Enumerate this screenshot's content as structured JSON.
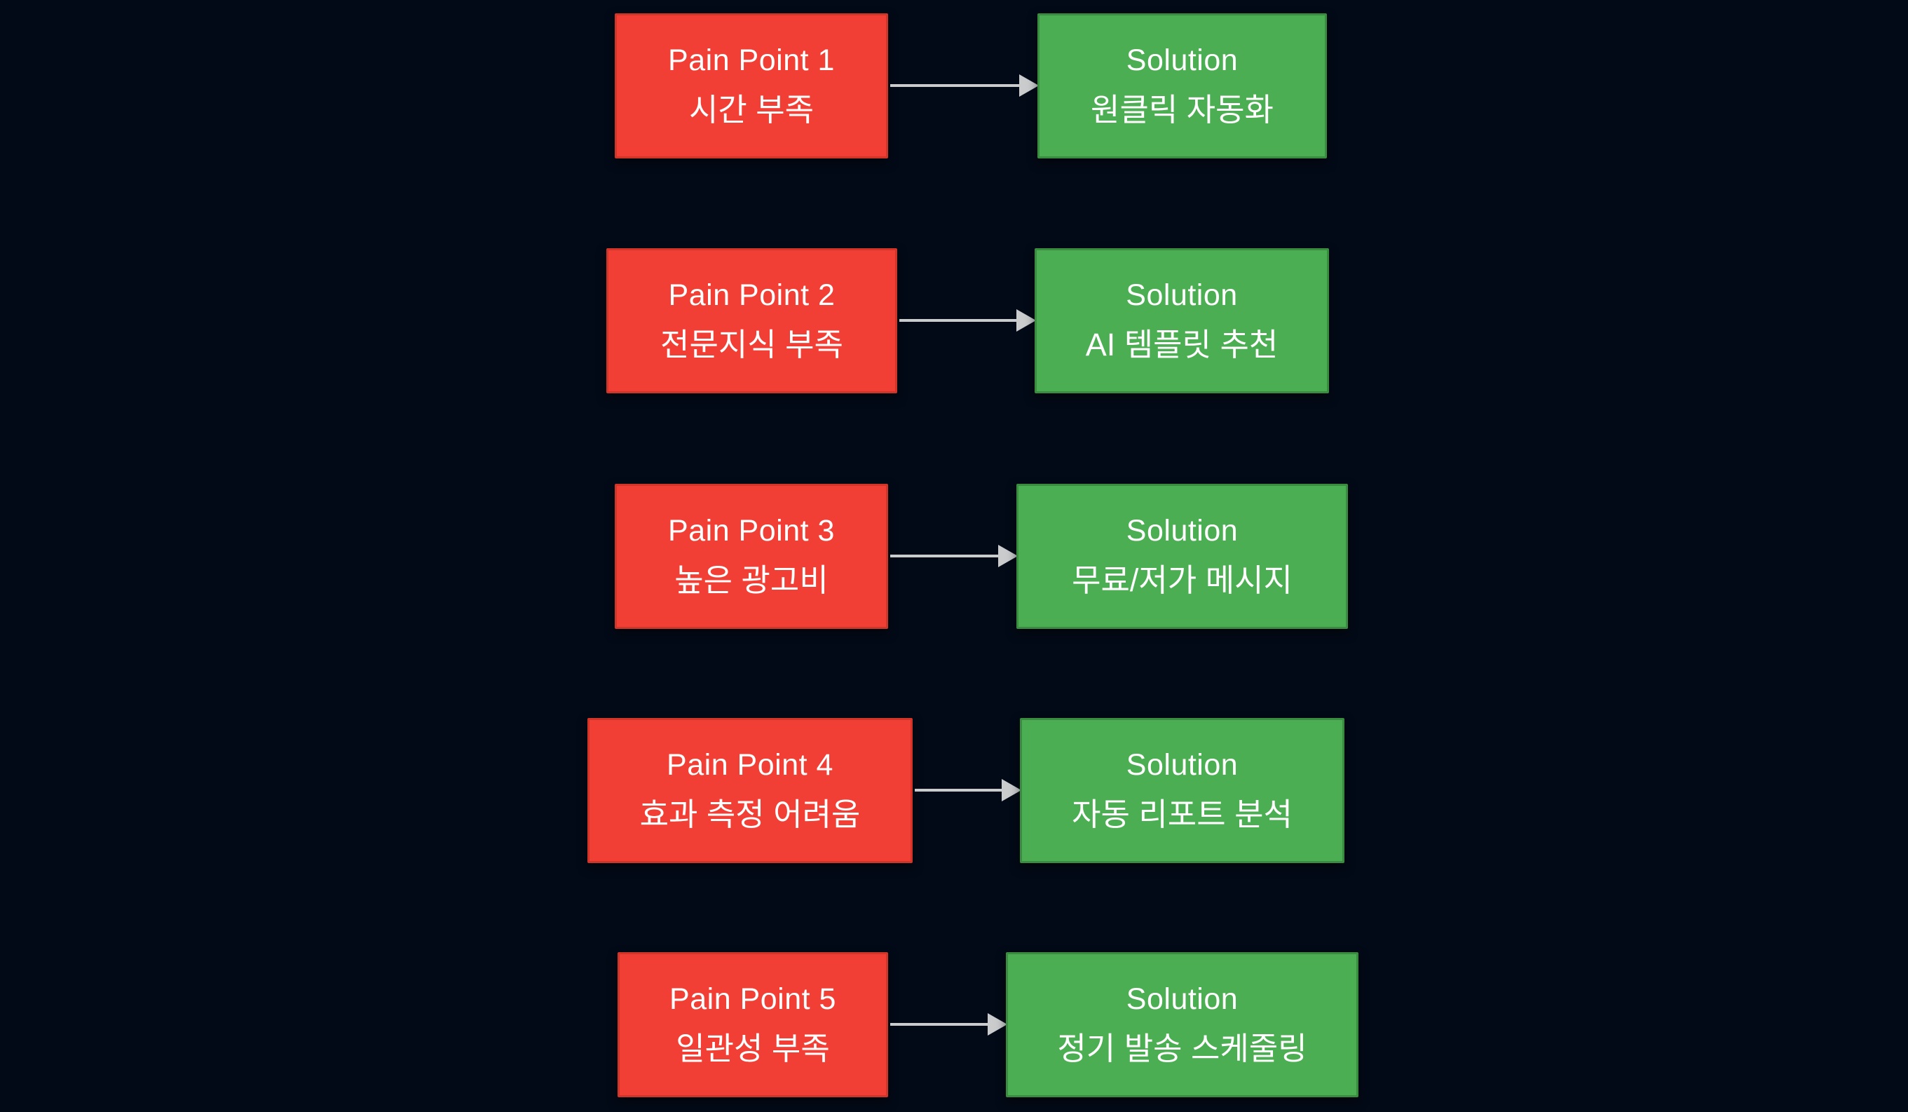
{
  "rows": [
    {
      "pain": {
        "title": "Pain Point 1",
        "subtitle": "시간 부족"
      },
      "solution": {
        "title": "Solution",
        "subtitle": "원클릭 자동화"
      }
    },
    {
      "pain": {
        "title": "Pain Point 2",
        "subtitle": "전문지식 부족"
      },
      "solution": {
        "title": "Solution",
        "subtitle": "AI 템플릿 추천"
      }
    },
    {
      "pain": {
        "title": "Pain Point 3",
        "subtitle": "높은 광고비"
      },
      "solution": {
        "title": "Solution",
        "subtitle": "무료/저가 메시지"
      }
    },
    {
      "pain": {
        "title": "Pain Point 4",
        "subtitle": "효과 측정 어려움"
      },
      "solution": {
        "title": "Solution",
        "subtitle": "자동 리포트 분석"
      }
    },
    {
      "pain": {
        "title": "Pain Point 5",
        "subtitle": "일관성 부족"
      },
      "solution": {
        "title": "Solution",
        "subtitle": "정기 발송 스케줄링"
      }
    }
  ],
  "colors": {
    "background": "#030a17",
    "pain_fill": "#f23f35",
    "pain_border": "#cf3529",
    "solution_fill": "#4cae52",
    "solution_border": "#3a8c40",
    "arrow": "#c9cbcd",
    "text": "#ffffff"
  }
}
